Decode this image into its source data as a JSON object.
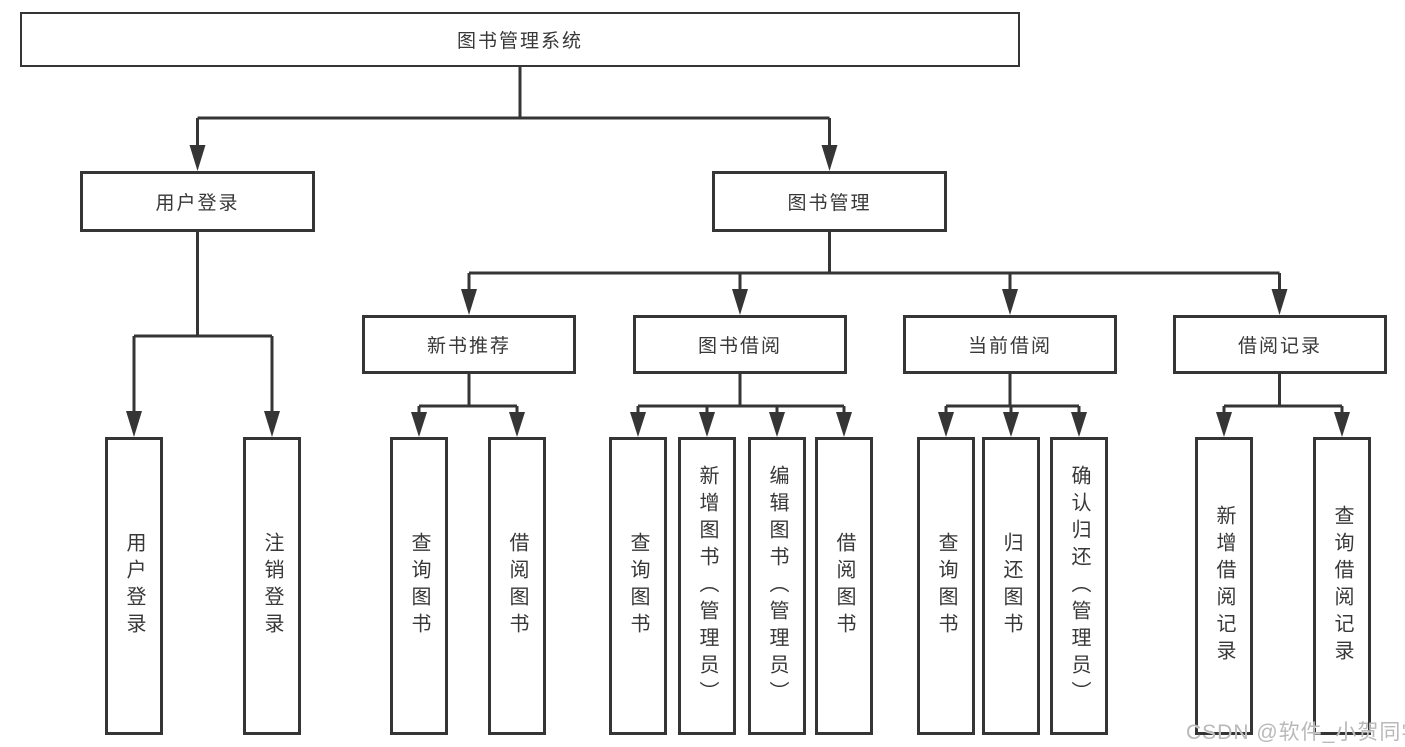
{
  "tree": {
    "root": "图书管理系统",
    "login": {
      "label": "用户登录",
      "children": [
        "用户登录",
        "注销登录"
      ]
    },
    "mgmt": {
      "label": "图书管理",
      "sections": [
        {
          "label": "新书推荐",
          "children": [
            "查询图书",
            "借阅图书"
          ]
        },
        {
          "label": "图书借阅",
          "children": [
            "查询图书",
            "新增图书（管理员）",
            "编辑图书（管理员）",
            "借阅图书"
          ]
        },
        {
          "label": "当前借阅",
          "children": [
            "查询图书",
            "归还图书",
            "确认归还（管理员）"
          ]
        },
        {
          "label": "借阅记录",
          "children": [
            "新增借阅记录",
            "查询借阅记录"
          ]
        }
      ]
    }
  },
  "watermark": "CSDN @软件_小贺同学",
  "colors": {
    "line": "#353535",
    "text": "#383838",
    "watermark": "#b9b9b9"
  }
}
